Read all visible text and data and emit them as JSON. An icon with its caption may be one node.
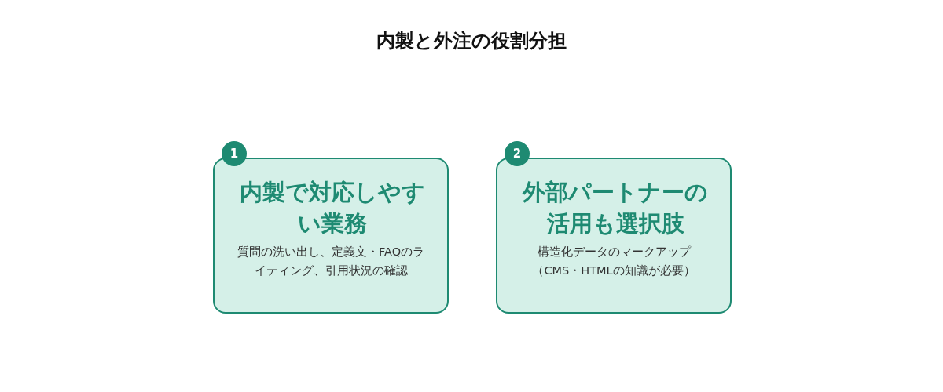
{
  "diagram": {
    "title": "内製と外注の役割分担",
    "nodes": [
      {
        "text": [
          "1"
        ]
      },
      {
        "text": [
          "内製で対応しやすい業務",
          "質問の洗い出し、定義文・FAQのライティング、引用状況の確認"
        ]
      },
      {
        "text": [
          "2"
        ]
      },
      {
        "text": [
          "外部パートナーの活用も選択肢",
          "構造化データのマークアップ（CMS・HTMLの知識が必要）"
        ]
      }
    ]
  }
}
